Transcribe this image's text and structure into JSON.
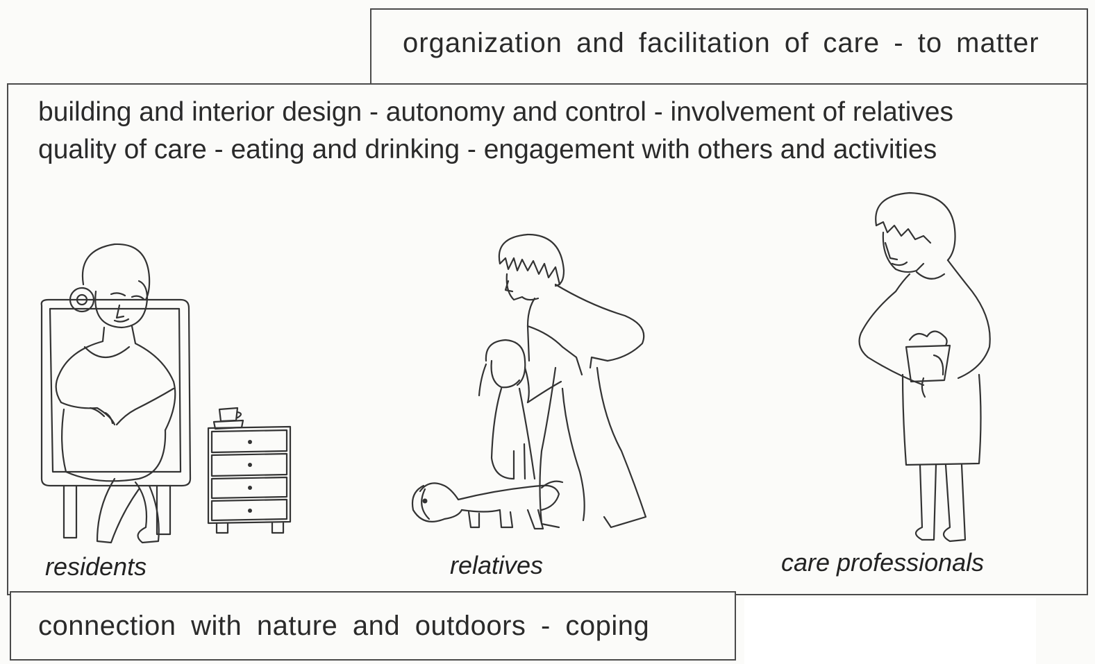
{
  "top_box": {
    "text": "organization and facilitation of care - to matter"
  },
  "main_box": {
    "line_1": "building and interior design -  autonomy and control - involvement of relatives",
    "line_2": "quality of care - eating and drinking - engagement with others and activities"
  },
  "figures": {
    "residents": {
      "caption": "residents",
      "icon": "seated-resident-illustration"
    },
    "relatives": {
      "caption": "relatives",
      "icon": "relatives-with-child-and-dog-illustration"
    },
    "care_professionals": {
      "caption": "care professionals",
      "icon": "care-professional-illustration"
    }
  },
  "bottom_box": {
    "text": "connection with nature and outdoors - coping"
  }
}
